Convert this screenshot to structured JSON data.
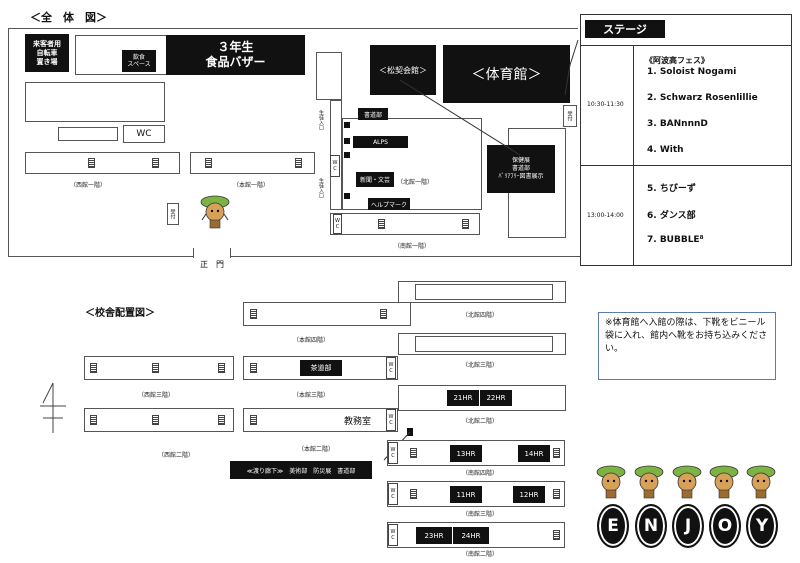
{
  "overview": {
    "title": "＜全　体　図＞",
    "visitor_parking": "来客者用\n自転車\n置き場",
    "eating_space": "飲食\nスペース",
    "food_bazaar": "３年生\n食品バザー",
    "shokei_hall": "＜松契会館＞",
    "gymnasium": "＜体育館＞",
    "wc": "WC",
    "shodo_club": "書道部",
    "alps": "ALPS",
    "newspaper_literature": "新聞・文芸",
    "north_hall_1f": "（北館一階）",
    "help_mark": "ヘルプマーク",
    "health_room": "保健展\n書道部\nﾊﾞﾘｱﾌﾘｰ図書展示",
    "west_1f": "（西館一階）",
    "main_1f": "（本館一階）",
    "south_1f": "（南館一階）",
    "main_gate": "正　門",
    "reception": "受付",
    "reception2": "受付",
    "entrance_label": "生徒入口",
    "entrance_label2": "生徒入口"
  },
  "stage": {
    "header": "ステージ",
    "festival_title": "《阿波高フェス》",
    "slot1_time": "10:30-11:30",
    "slot2_time": "13:00-14:00",
    "programs": [
      "1.  Soloist Nogami",
      "2.  Schwarz Rosenlillie",
      "3.  BANnnnD",
      "4.  With",
      "5.  ちびーず",
      "6.  ダンス部",
      "7.  BUBBLE⁸"
    ]
  },
  "school": {
    "title": "＜校舎配置図＞",
    "north_4f": "（北館四階）",
    "main_4f": "（本館四階）",
    "west_3f": "（西館三階）",
    "main_3f": "（本館三階）",
    "north_3f": "（北館三階）",
    "tea_club": "茶道部",
    "staff_room": "教務室",
    "hr21": "21HR",
    "hr22": "22HR",
    "north_2f": "（北館二階）",
    "west_2f": "（西館二階）",
    "main_2f": "（本館二階）",
    "corridor_exhibits": "≪渡り廊下≫　美術部　防災展　書道部",
    "hr13": "13HR",
    "hr14": "14HR",
    "south_4f": "（南館四階）",
    "hr11": "11HR",
    "hr12": "12HR",
    "south_3f": "（南館三階）",
    "hr23": "23HR",
    "hr24": "24HR",
    "south_2f": "（南館二階）"
  },
  "notice": "※体育館へ入館の際は、下靴をビニール袋に入れ、館内へ靴をお持ち込みください。",
  "enjoy": [
    "E",
    "N",
    "J",
    "O",
    "Y"
  ]
}
